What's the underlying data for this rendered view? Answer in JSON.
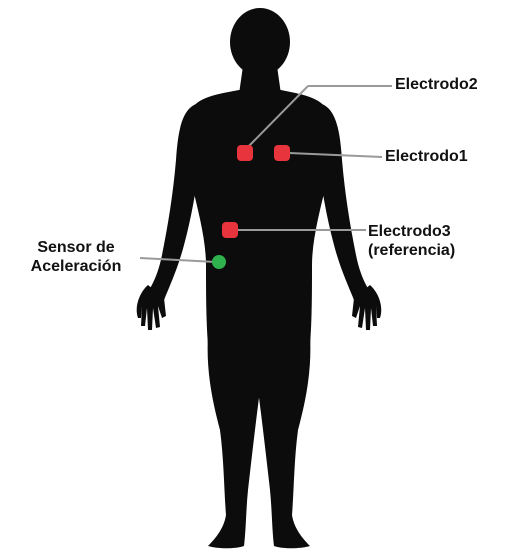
{
  "labels": {
    "electrode2": "Electrodo2",
    "electrode1": "Electrodo1",
    "electrode3": [
      "Electrodo3",
      "(referencia)"
    ],
    "sensor": [
      "Sensor de",
      "Aceleración"
    ]
  },
  "colors": {
    "body": "#0c0c0c",
    "electrode": "#e8343c",
    "sensor": "#2fb24e",
    "leader": "#9a9a9a",
    "text": "#111111"
  },
  "markers": {
    "electrodes": [
      "electrode1",
      "electrode2",
      "electrode3"
    ],
    "sensor": "acceleration-sensor"
  }
}
